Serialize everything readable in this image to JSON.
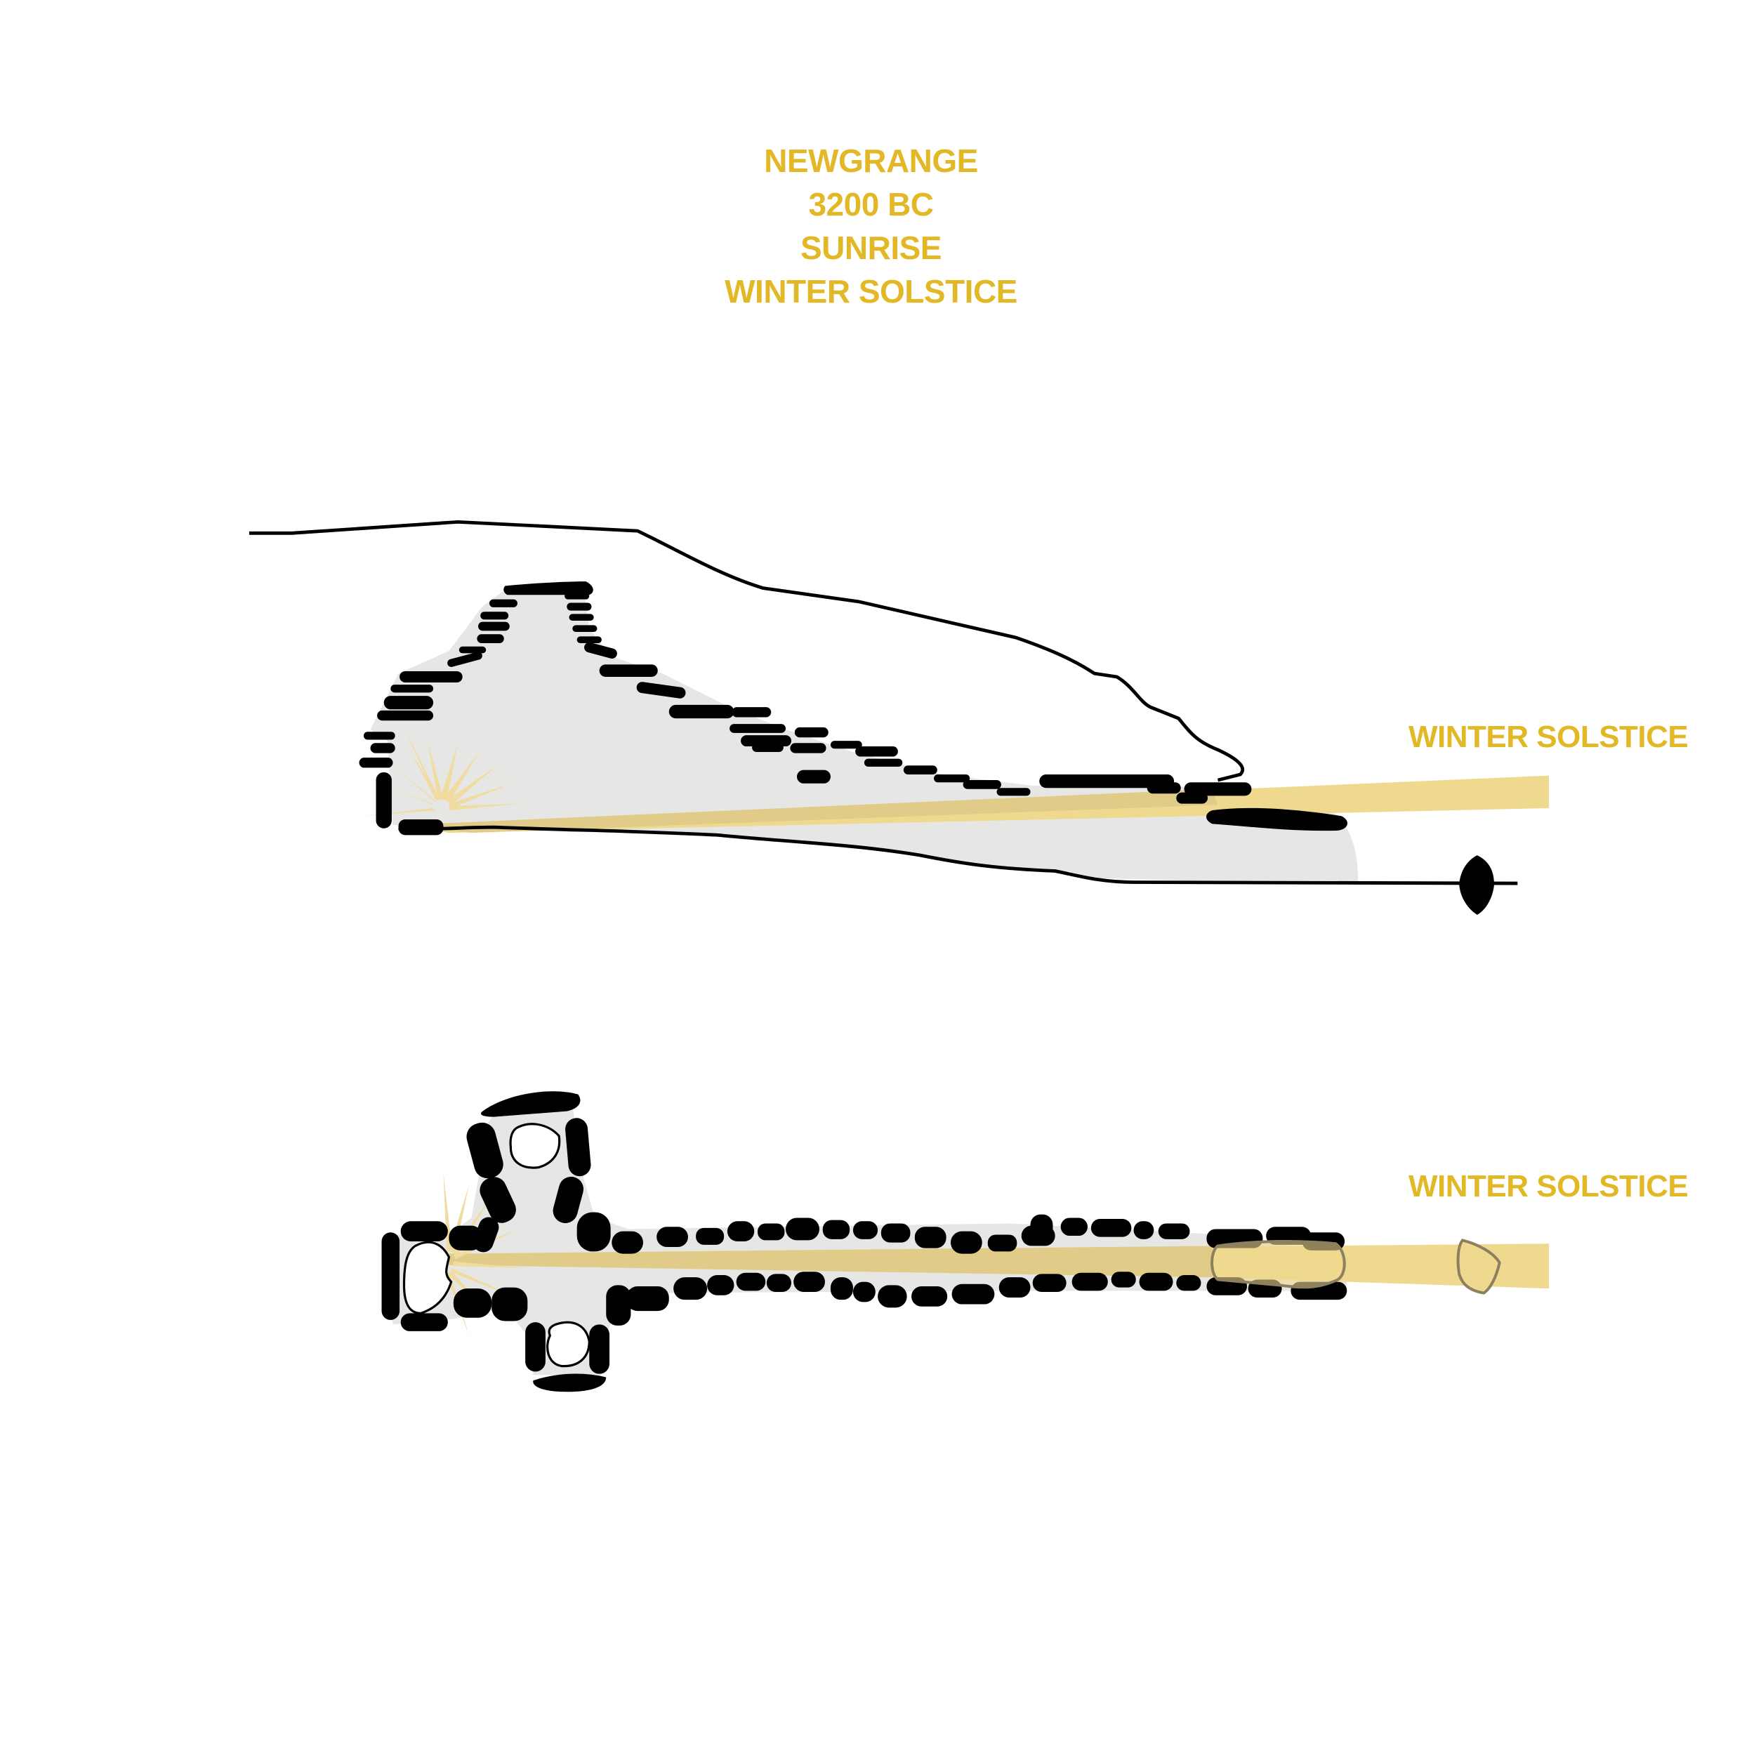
{
  "title": {
    "lines": [
      "NEWGRANGE",
      "3200 BC",
      "SUNRISE",
      "WINTER SOLSTICE"
    ],
    "color": "#e2b827"
  },
  "section_view": {
    "label": "WINTER SOLSTICE",
    "description": "Side cross-section of the passage tomb mound with sun beam entering roof-box and reaching chamber"
  },
  "plan_view": {
    "label": "WINTER SOLSTICE",
    "description": "Top-down plan of cruciform passage and chamber with sun beam along passage"
  },
  "colors": {
    "accent_text": "#e2b827",
    "sunbeam": "#eed98f",
    "sunbeam_inside": "#e0cb88",
    "sunburst": "#f0dca0",
    "chamber_fill": "#e6e6e5",
    "stone": "#000000",
    "background": "#ffffff"
  }
}
